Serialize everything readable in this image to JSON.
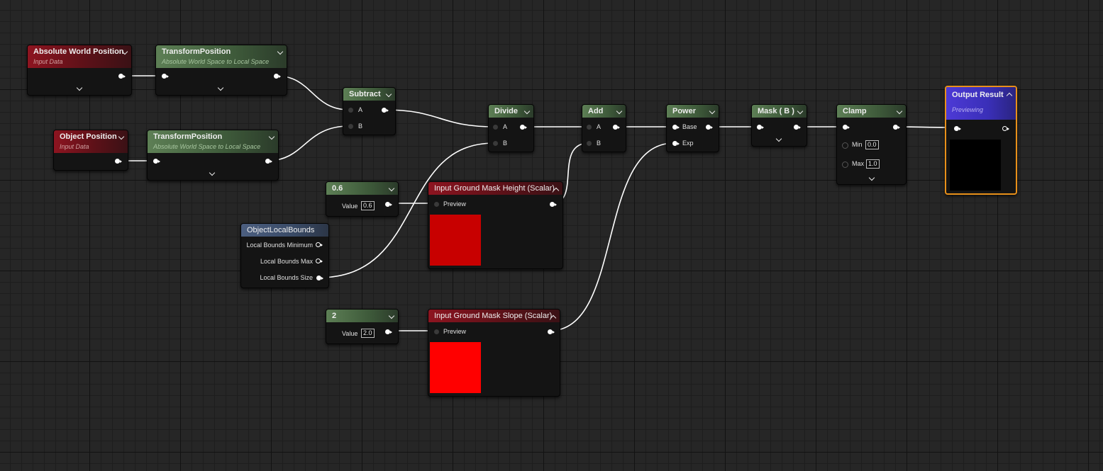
{
  "nodes": {
    "absolute_world_position": {
      "title": "Absolute World Position",
      "subtitle": "Input Data"
    },
    "object_position": {
      "title": "Object Position",
      "subtitle": "Input Data"
    },
    "transform_position_1": {
      "title": "TransformPosition",
      "subtitle": "Absolute World Space to Local Space"
    },
    "transform_position_2": {
      "title": "TransformPosition",
      "subtitle": "Absolute World Space to Local Space"
    },
    "subtract": {
      "title": "Subtract",
      "pin_a": "A",
      "pin_b": "B"
    },
    "divide": {
      "title": "Divide",
      "pin_a": "A",
      "pin_b": "B"
    },
    "add": {
      "title": "Add",
      "pin_a": "A",
      "pin_b": "B"
    },
    "power": {
      "title": "Power",
      "pin_base": "Base",
      "pin_exp": "Exp"
    },
    "mask": {
      "title": "Mask ( B )"
    },
    "clamp": {
      "title": "Clamp",
      "min_label": "Min",
      "min_value": "0.0",
      "max_label": "Max",
      "max_value": "1.0"
    },
    "output_result": {
      "title": "Output Result",
      "subtitle": "Previewing"
    },
    "constant_06": {
      "title": "0.6",
      "value_label": "Value",
      "value": "0.6"
    },
    "constant_2": {
      "title": "2",
      "value_label": "Value",
      "value": "2.0"
    },
    "object_local_bounds": {
      "title": "ObjectLocalBounds",
      "pins": [
        "Local Bounds Minimum",
        "Local Bounds Max",
        "Local Bounds Size"
      ]
    },
    "ground_mask_height": {
      "title": "Input Ground Mask Height (Scalar)",
      "pin_label": "Preview",
      "swatch_color": "#c80000"
    },
    "ground_mask_slope": {
      "title": "Input Ground Mask Slope (Scalar)",
      "pin_label": "Preview",
      "swatch_color": "#ff0000"
    }
  },
  "colors": {
    "input_header": "#8d1420",
    "function_header": "#5d7f55",
    "bounds_header": "#4c5f80",
    "output_header": "#4d3ad6",
    "output_border": "#e8901a",
    "wire": "#ffffff"
  }
}
